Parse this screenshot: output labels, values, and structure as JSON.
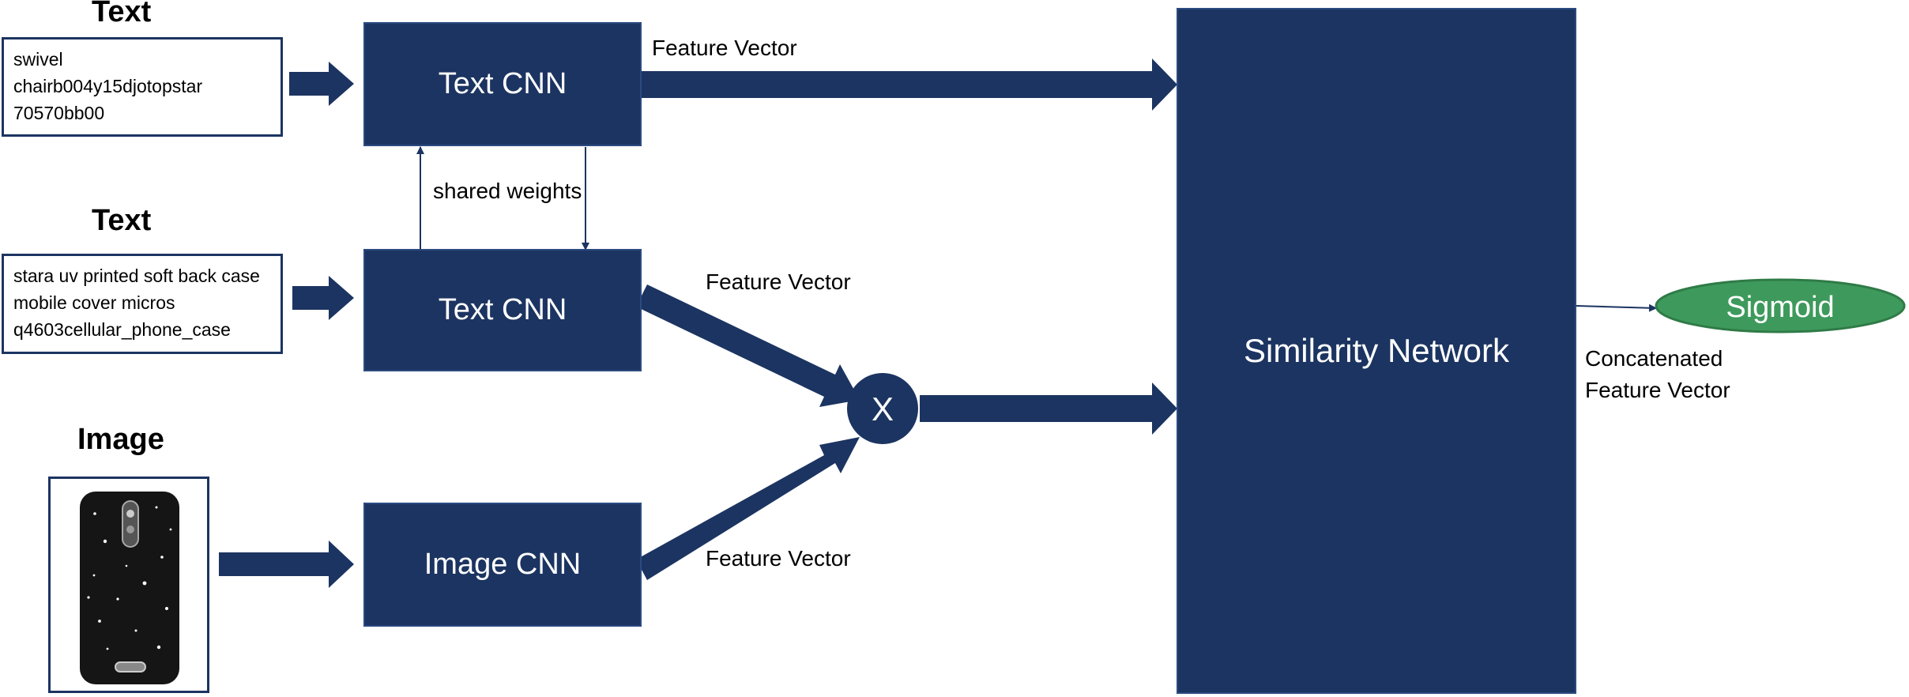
{
  "colors": {
    "block_fill": "#1c3461",
    "block_text": "#ffffff",
    "sigmoid_fill": "#3e9a5c",
    "sigmoid_border": "#2f7b47"
  },
  "inputs": {
    "text1": {
      "heading": "Text",
      "lines": [
        "swivel",
        "chairb004y15djotopstar",
        "70570bb00"
      ]
    },
    "text2": {
      "heading": "Text",
      "lines": [
        "stara uv printed soft back case",
        "mobile cover  micros",
        "q4603cellular_phone_case"
      ]
    },
    "image": {
      "heading": "Image",
      "alt": "black phone case with white speckles"
    }
  },
  "blocks": {
    "text_cnn_1": "Text CNN",
    "text_cnn_2": "Text CNN",
    "image_cnn": "Image CNN",
    "similarity_network": "Similarity Network",
    "multiply_symbol": "X",
    "sigmoid": "Sigmoid"
  },
  "labels": {
    "feature_vector_top": "Feature Vector",
    "feature_vector_mid": "Feature Vector",
    "feature_vector_bottom": "Feature Vector",
    "shared_weights": "shared weights",
    "concatenated_line1": "Concatenated",
    "concatenated_line2": "Feature Vector"
  }
}
